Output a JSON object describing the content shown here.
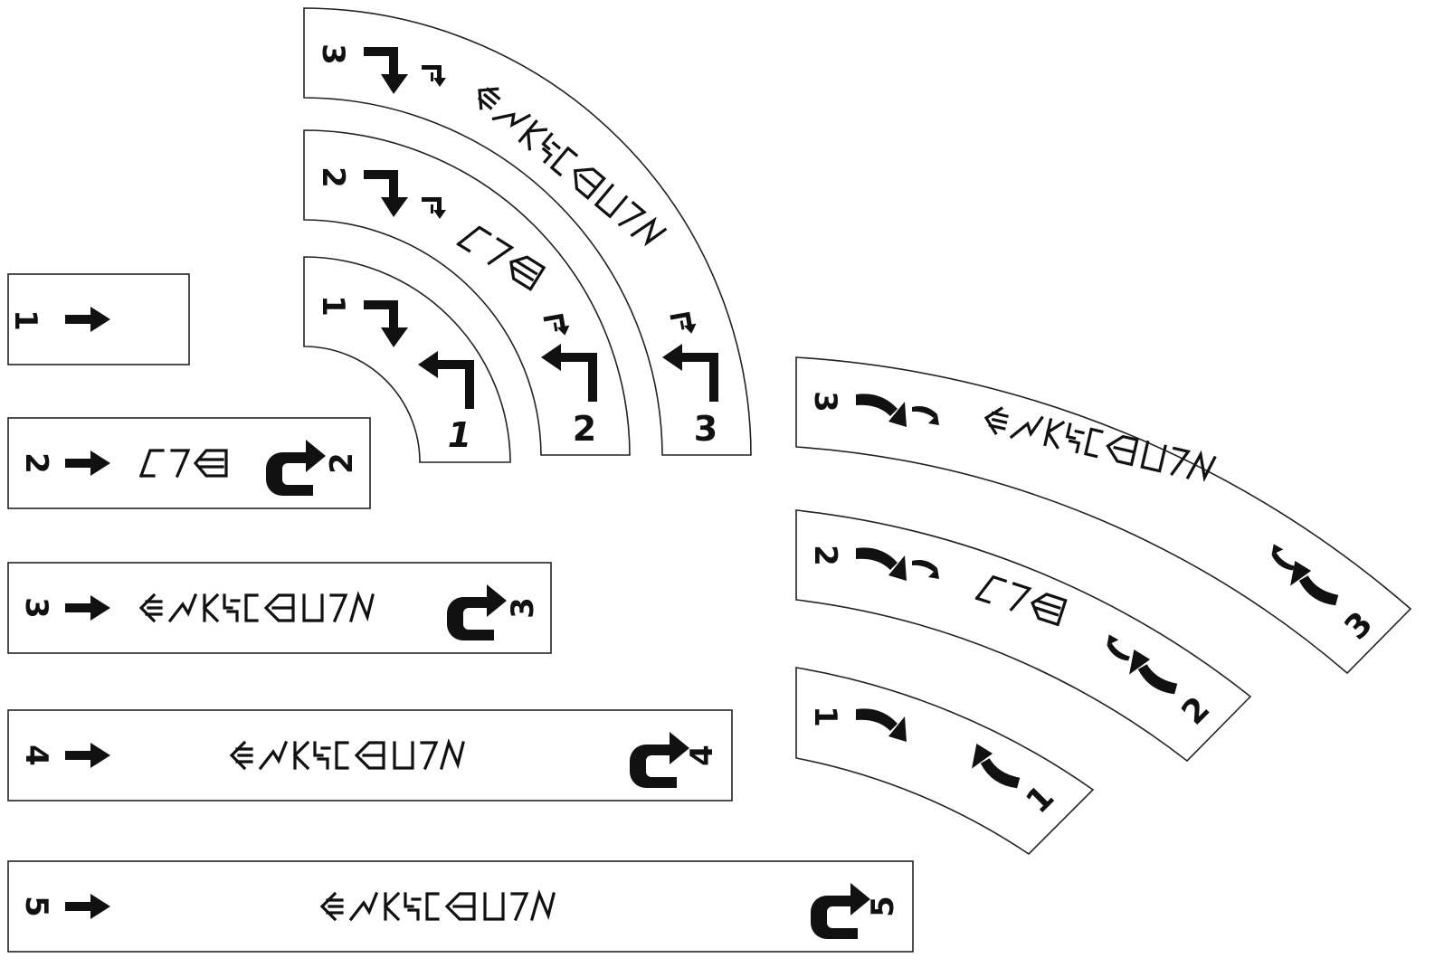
{
  "sheet": {
    "background": "#ffffff",
    "ink": "#111111"
  },
  "straight_templates": [
    {
      "speed": "1",
      "word": "",
      "end_speed": ""
    },
    {
      "speed": "2",
      "word": "aurebesh-short",
      "end_speed": "2"
    },
    {
      "speed": "3",
      "word": "aurebesh-long",
      "end_speed": "3"
    },
    {
      "speed": "4",
      "word": "aurebesh-long",
      "end_speed": "4"
    },
    {
      "speed": "5",
      "word": "aurebesh-long",
      "end_speed": "5"
    }
  ],
  "turn_templates": [
    {
      "speed": "1",
      "end_speed": "1"
    },
    {
      "speed": "2",
      "end_speed": "2"
    },
    {
      "speed": "3",
      "end_speed": "3"
    }
  ],
  "bank_templates": [
    {
      "speed": "1",
      "end_speed": "1"
    },
    {
      "speed": "2",
      "end_speed": "2"
    },
    {
      "speed": "3",
      "end_speed": "3"
    }
  ],
  "icons": {
    "straight": "straight-arrow-icon",
    "koiogran": "koiogran-turn-icon",
    "turn": "turn-arrow-icon",
    "bank": "bank-arrow-icon",
    "segnor": "segnor-loop-icon"
  }
}
